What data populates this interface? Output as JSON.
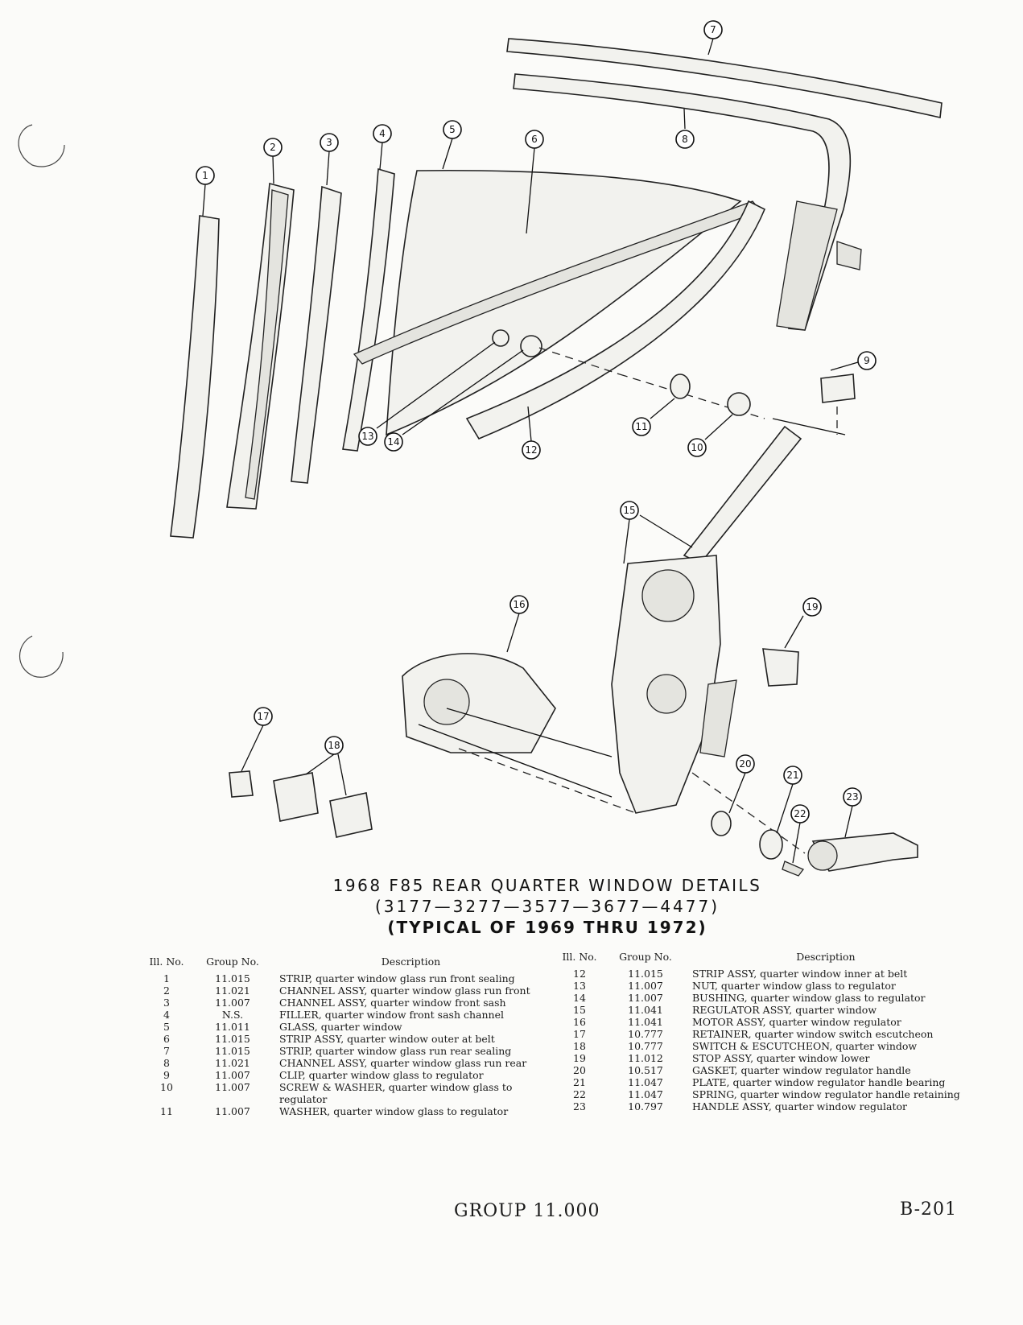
{
  "callouts": [
    "1",
    "2",
    "3",
    "4",
    "5",
    "6",
    "7",
    "8",
    "9",
    "10",
    "11",
    "12",
    "13",
    "14",
    "15",
    "16",
    "17",
    "18",
    "19",
    "20",
    "21",
    "22",
    "23"
  ],
  "title": {
    "line1": "1968 F85 REAR QUARTER WINDOW DETAILS",
    "line2": "(3177—3277—3577—3677—4477)",
    "line3": "(TYPICAL OF 1969 THRU 1972)"
  },
  "headers": {
    "ill_no": "Ill. No.",
    "group_no": "Group No.",
    "description": "Description"
  },
  "parts_left": [
    {
      "ill": "1",
      "group": "11.015",
      "desc": "STRIP, quarter window glass run front sealing"
    },
    {
      "ill": "2",
      "group": "11.021",
      "desc": "CHANNEL ASSY, quarter window glass run front"
    },
    {
      "ill": "3",
      "group": "11.007",
      "desc": "CHANNEL ASSY, quarter window front sash"
    },
    {
      "ill": "4",
      "group": "N.S.",
      "desc": "FILLER, quarter window front sash channel"
    },
    {
      "ill": "5",
      "group": "11.011",
      "desc": "GLASS, quarter window"
    },
    {
      "ill": "6",
      "group": "11.015",
      "desc": "STRIP ASSY, quarter window outer at belt"
    },
    {
      "ill": "7",
      "group": "11.015",
      "desc": "STRIP, quarter window glass run rear sealing"
    },
    {
      "ill": "8",
      "group": "11.021",
      "desc": "CHANNEL ASSY, quarter window glass run rear"
    },
    {
      "ill": "9",
      "group": "11.007",
      "desc": "CLIP, quarter window glass to regulator"
    },
    {
      "ill": "10",
      "group": "11.007",
      "desc": "SCREW & WASHER, quarter window glass to regulator"
    },
    {
      "ill": "11",
      "group": "11.007",
      "desc": "WASHER, quarter window glass to regulator"
    }
  ],
  "parts_right": [
    {
      "ill": "12",
      "group": "11.015",
      "desc": "STRIP ASSY, quarter window inner at belt"
    },
    {
      "ill": "13",
      "group": "11.007",
      "desc": "NUT, quarter window glass to regulator"
    },
    {
      "ill": "14",
      "group": "11.007",
      "desc": "BUSHING, quarter window glass to regulator"
    },
    {
      "ill": "15",
      "group": "11.041",
      "desc": "REGULATOR ASSY, quarter window"
    },
    {
      "ill": "16",
      "group": "11.041",
      "desc": "MOTOR ASSY, quarter window regulator"
    },
    {
      "ill": "17",
      "group": "10.777",
      "desc": "RETAINER, quarter window switch escutcheon"
    },
    {
      "ill": "18",
      "group": "10.777",
      "desc": "SWITCH & ESCUTCHEON, quarter window"
    },
    {
      "ill": "19",
      "group": "11.012",
      "desc": "STOP ASSY, quarter window lower"
    },
    {
      "ill": "20",
      "group": "10.517",
      "desc": "GASKET, quarter window regulator handle"
    },
    {
      "ill": "21",
      "group": "11.047",
      "desc": "PLATE, quarter window regulator handle bearing"
    },
    {
      "ill": "22",
      "group": "11.047",
      "desc": "SPRING, quarter window regulator handle retaining"
    },
    {
      "ill": "23",
      "group": "10.797",
      "desc": "HANDLE ASSY, quarter window regulator"
    }
  ],
  "footer": {
    "group": "GROUP 11.000",
    "page": "B-201"
  }
}
